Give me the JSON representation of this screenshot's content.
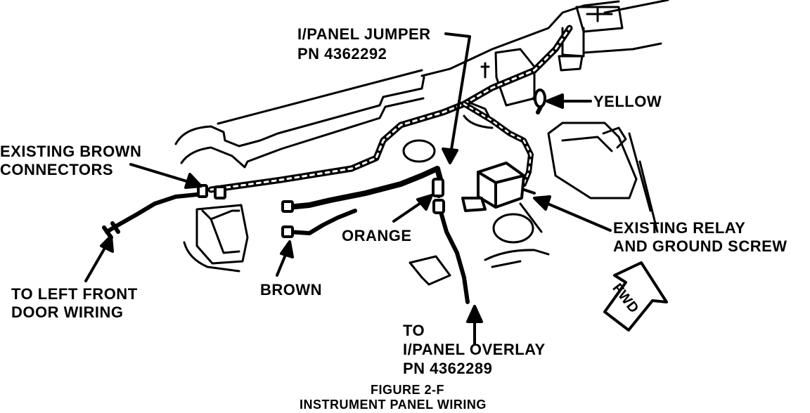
{
  "callouts": {
    "jumper_line1": "I/PANEL JUMPER",
    "jumper_line2": "PN 4362292",
    "yellow": "YELLOW",
    "existing_brown_line1": "EXISTING BROWN",
    "existing_brown_line2": "CONNECTORS",
    "orange": "ORANGE",
    "relay_line1": "EXISTING RELAY",
    "relay_line2": "AND GROUND SCREW",
    "left_door_line1": "TO LEFT FRONT",
    "left_door_line2": "DOOR WIRING",
    "brown": "BROWN",
    "overlay_line1": "TO",
    "overlay_line2": "I/PANEL OVERLAY",
    "overlay_line3": "PN 4362289",
    "fwd": "FWD"
  },
  "caption": {
    "figure": "FIGURE 2-F",
    "title": "INSTRUMENT PANEL WIRING"
  }
}
